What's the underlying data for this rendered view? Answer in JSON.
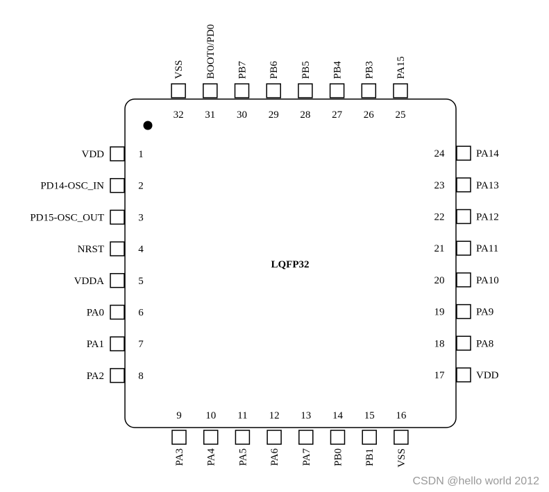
{
  "chip": {
    "package": "LQFP32",
    "pins": [
      {
        "num": "1",
        "name": "VDD"
      },
      {
        "num": "2",
        "name": "PD14-OSC_IN"
      },
      {
        "num": "3",
        "name": "PD15-OSC_OUT"
      },
      {
        "num": "4",
        "name": "NRST"
      },
      {
        "num": "5",
        "name": "VDDA"
      },
      {
        "num": "6",
        "name": "PA0"
      },
      {
        "num": "7",
        "name": "PA1"
      },
      {
        "num": "8",
        "name": "PA2"
      },
      {
        "num": "9",
        "name": "PA3"
      },
      {
        "num": "10",
        "name": "PA4"
      },
      {
        "num": "11",
        "name": "PA5"
      },
      {
        "num": "12",
        "name": "PA6"
      },
      {
        "num": "13",
        "name": "PA7"
      },
      {
        "num": "14",
        "name": "PB0"
      },
      {
        "num": "15",
        "name": "PB1"
      },
      {
        "num": "16",
        "name": "VSS"
      },
      {
        "num": "17",
        "name": "VDD"
      },
      {
        "num": "18",
        "name": "PA8"
      },
      {
        "num": "19",
        "name": "PA9"
      },
      {
        "num": "20",
        "name": "PA10"
      },
      {
        "num": "21",
        "name": "PA11"
      },
      {
        "num": "22",
        "name": "PA12"
      },
      {
        "num": "23",
        "name": "PA13"
      },
      {
        "num": "24",
        "name": "PA14"
      },
      {
        "num": "25",
        "name": "PA15"
      },
      {
        "num": "26",
        "name": "PB3"
      },
      {
        "num": "27",
        "name": "PB4"
      },
      {
        "num": "28",
        "name": "PB5"
      },
      {
        "num": "29",
        "name": "PB6"
      },
      {
        "num": "30",
        "name": "PB7"
      },
      {
        "num": "31",
        "name": "BOOT0/PD0"
      },
      {
        "num": "32",
        "name": "VSS"
      }
    ]
  },
  "watermark": "CSDN @hello world 2012"
}
